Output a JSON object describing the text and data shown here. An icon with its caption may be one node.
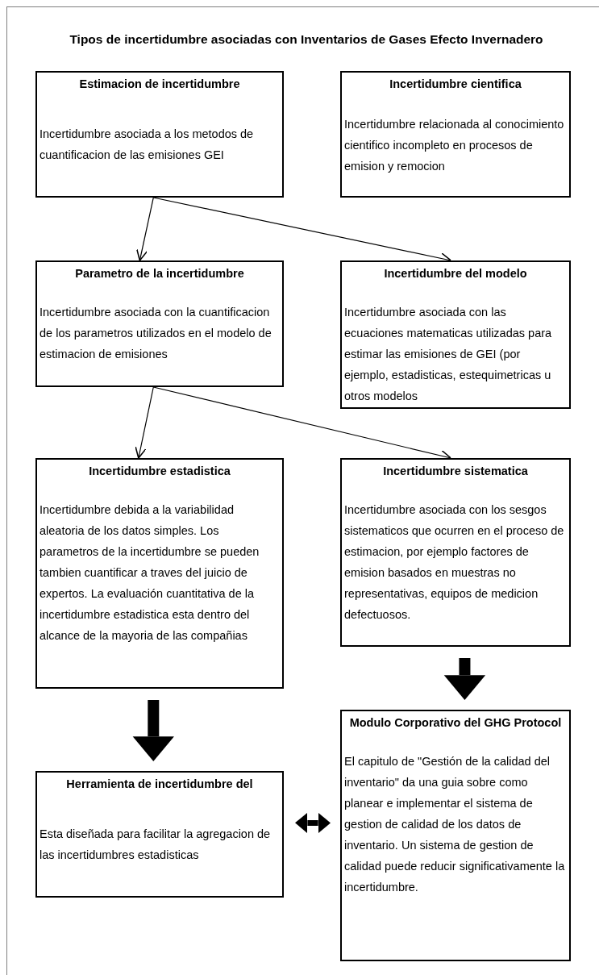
{
  "diagram": {
    "title": "Tipos de incertidumbre asociadas con Inventarios de Gases Efecto Invernadero",
    "nodes": [
      {
        "text": [
          "Estimacion de incertidumbre",
          "Incertidumbre asociada a los metodos de cuantificacion de las emisiones GEI"
        ]
      },
      {
        "text": [
          "Incertidumbre cientifica",
          "Incertidumbre relacionada al conocimiento cientifico incompleto en procesos de emision y remocion"
        ]
      },
      {
        "text": [
          "Parametro de la incertidumbre",
          "Incertidumbre asociada con la cuantificacion de los parametros utilizados en el modelo de estimacion de emisiones"
        ]
      },
      {
        "text": [
          "Incertidumbre del modelo",
          "Incertidumbre asociada con las ecuaciones matematicas utilizadas para estimar las emisiones de GEI (por ejemplo, estadisticas, estequimetricas u otros modelos"
        ]
      },
      {
        "text": [
          "Incertidumbre estadistica",
          "Incertidumbre debida a la variabilidad aleatoria de los datos simples. Los parametros de la incertidumbre se pueden tambien cuantificar a traves del juicio de expertos. La evaluación cuantitativa de la incertidumbre estadistica esta dentro del alcance de la mayoria de las compañias"
        ]
      },
      {
        "text": [
          "Incertidumbre sistematica",
          "Incertidumbre asociada con los sesgos sistematicos que ocurren en el proceso de estimacion, por ejemplo factores de emision basados en muestras no representativas, equipos de medicion defectuosos."
        ]
      },
      {
        "text": [
          "Herramienta de incertidumbre del",
          "Esta diseñada para facilitar la agregacion de las incertidumbres estadisticas"
        ]
      },
      {
        "text": [
          "Modulo Corporativo del GHG Protocol",
          "El capitulo de \"Gestión de la calidad del inventario\" da una guia sobre como planear e implementar el sistema de gestion de calidad de los datos de inventario. Un sistema de gestion de calidad puede reducir significativamente la incertidumbre."
        ]
      }
    ],
    "edges": [
      {
        "from": 0,
        "to": 2,
        "arrow": "to"
      },
      {
        "from": 0,
        "to": 3,
        "arrow": "to"
      },
      {
        "from": 2,
        "to": 4,
        "arrow": "to"
      },
      {
        "from": 2,
        "to": 5,
        "arrow": "to"
      },
      {
        "from": 4,
        "to": 6,
        "arrow": "to",
        "style": "thick"
      },
      {
        "from": 5,
        "to": 7,
        "arrow": "to",
        "style": "thick"
      },
      {
        "from": 6,
        "to": 7,
        "arrow": "both",
        "style": "thick"
      }
    ]
  }
}
